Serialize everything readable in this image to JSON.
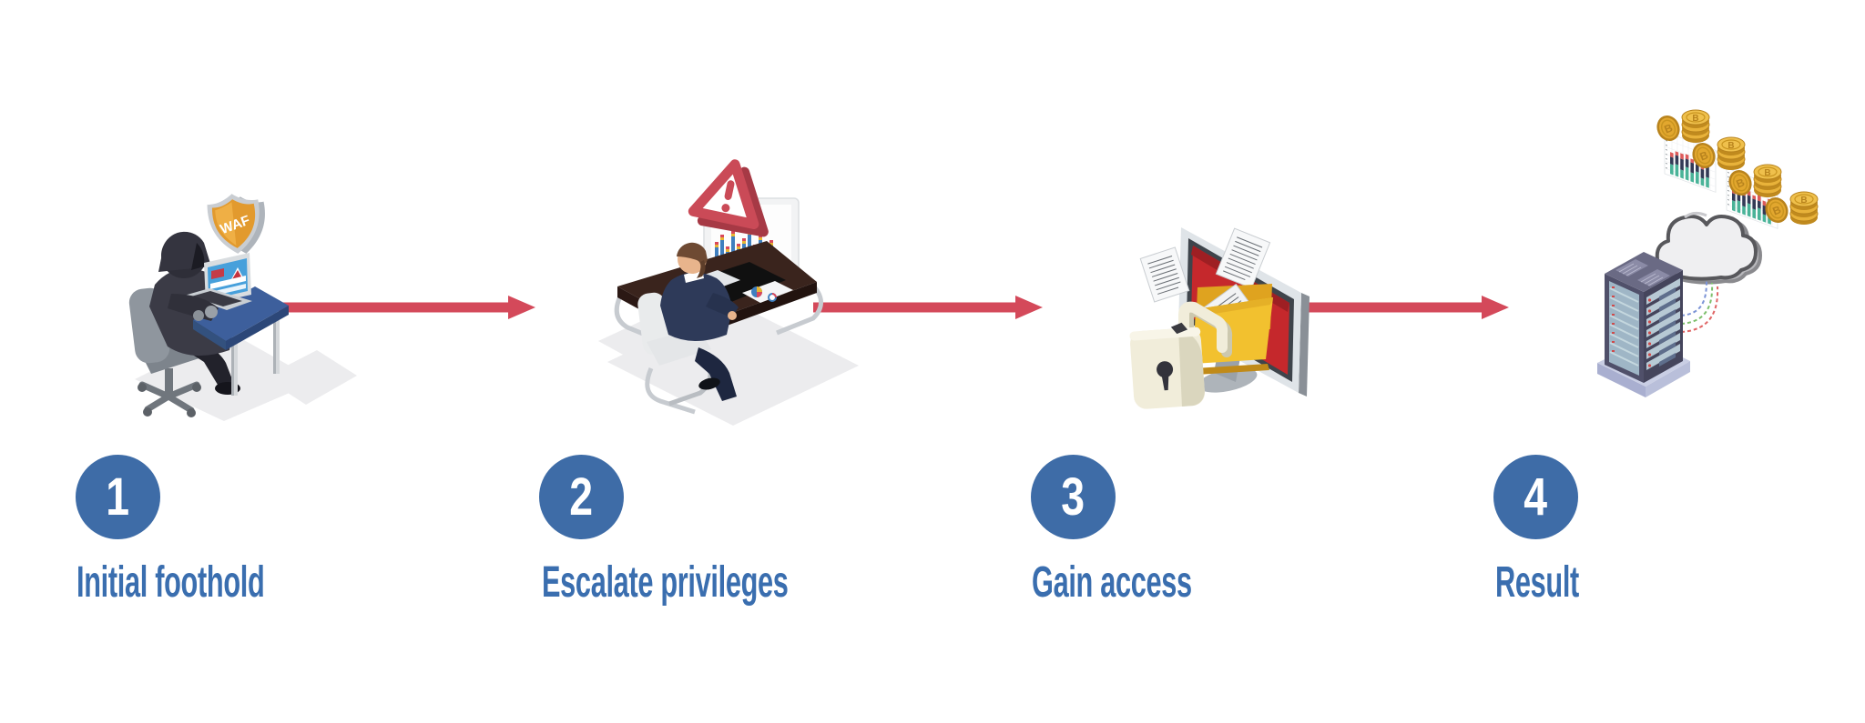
{
  "diagram": {
    "type": "process-flow",
    "background": "#ffffff",
    "steps": [
      {
        "number": "1",
        "label": "Initial foothold",
        "illustration": "hooded-hacker-at-laptop-with-waf-shield"
      },
      {
        "number": "2",
        "label": "Escalate privileges",
        "illustration": "analyst-at-desk-with-warning-triangle"
      },
      {
        "number": "3",
        "label": "Gain access",
        "illustration": "monitor-folder-documents-open-padlock"
      },
      {
        "number": "4",
        "label": "Result",
        "illustration": "server-rack-cloud-bitcoin-stacks-charts"
      }
    ],
    "labels": {
      "waf_shield": "WAF",
      "bitcoin_symbol": "B"
    },
    "colors": {
      "step_badge_blue": "#3E6CA7",
      "step_label_blue": "#3A6EAF",
      "arrow_red": "#D4495A",
      "shield_orange": "#E29A2E",
      "warning_red": "#CA4A57",
      "folder_yellow": "#F2C12F",
      "screen_red": "#C5282C",
      "coin_gold": "#E8B23A",
      "desk_blue": "#3D5F9C",
      "desk_brown": "#3A241D"
    }
  }
}
